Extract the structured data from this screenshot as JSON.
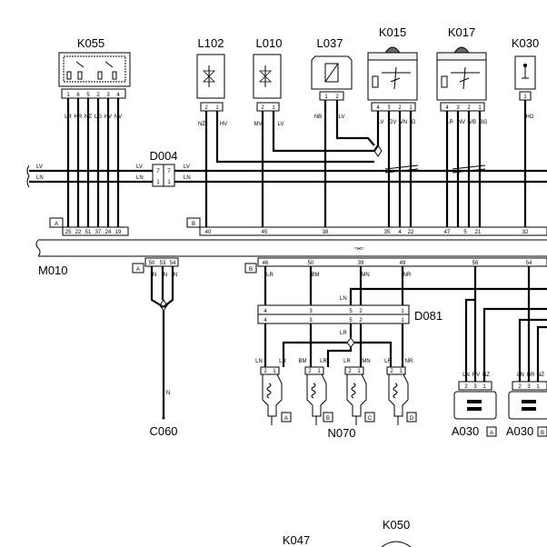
{
  "components": {
    "K055": {
      "name": "K055",
      "pins": [
        "1",
        "6",
        "5",
        "2",
        "3",
        "4"
      ],
      "wires": [
        "LR",
        "HR",
        "NZ",
        "LG",
        "HV",
        "NV"
      ]
    },
    "L102": {
      "name": "L102",
      "pins": [
        "2",
        "1"
      ],
      "wires": [
        "NZ",
        "HV"
      ]
    },
    "L010": {
      "name": "L010",
      "pins": [
        "2",
        "1"
      ],
      "wires": [
        "MV",
        "LV"
      ]
    },
    "L037": {
      "name": "L037",
      "pins": [
        "1",
        "2"
      ],
      "wires": [
        "NB",
        "LV"
      ]
    },
    "K015": {
      "name": "K015",
      "pins": [
        "4",
        "3",
        "2",
        "1"
      ],
      "wires": [
        "LV",
        "GV",
        "VN",
        "G"
      ]
    },
    "K017": {
      "name": "K017",
      "pins": [
        "4",
        "3",
        "2",
        "1"
      ],
      "wires": [
        "LR",
        "NV",
        "VB",
        "BG"
      ]
    },
    "K030": {
      "name": "K030",
      "pins": [
        "1"
      ],
      "wires": [
        "HG"
      ]
    },
    "D004": {
      "name": "D004",
      "pins": [
        "7",
        "7",
        "1",
        "1"
      ]
    },
    "D081": {
      "name": "D081",
      "rows": [
        [
          "4",
          "3",
          "5",
          "2",
          "1"
        ],
        [
          "4",
          "3",
          "5",
          "2",
          "1"
        ]
      ]
    },
    "N070": {
      "name": "N070",
      "wires": [
        "LN",
        "LR",
        "BM",
        "LR",
        "LR",
        "MN",
        "LR",
        "NR"
      ],
      "sub": [
        "A",
        "B",
        "C",
        "D"
      ],
      "pins": [
        "2",
        "1",
        "2",
        "1",
        "2",
        "1",
        "2",
        "1"
      ]
    },
    "A030A": {
      "name": "A030",
      "tag": "A",
      "wires": [
        "LN",
        "RV",
        "NZ"
      ],
      "pins": [
        "2",
        "3",
        "1"
      ]
    },
    "A030B": {
      "name": "A030",
      "tag": "B",
      "wires": [
        "LN",
        "GR",
        "NZ"
      ],
      "pins": [
        "2",
        "3",
        "1"
      ]
    },
    "C060": {
      "name": "C060",
      "wire": "N"
    },
    "K050": {
      "name": "K050"
    },
    "K047": {
      "name": "K047"
    }
  },
  "bus": {
    "lines": [
      "LV",
      "LN"
    ],
    "mid_labels": [
      "LV",
      "LN"
    ],
    "right_labels": [
      "LV",
      "LN"
    ]
  },
  "M010": {
    "name": "M010",
    "upper_tags": [
      "A",
      "B"
    ],
    "upper_pins": [
      "25",
      "22",
      "51",
      "37",
      "24",
      "19",
      "40",
      "45",
      "38",
      "35",
      "4",
      "22",
      "47",
      "5",
      "21",
      "32"
    ],
    "lower_tags": [
      "A",
      "B"
    ],
    "lower_pins_a": [
      "50",
      "53",
      "54"
    ],
    "lower_pins_a_wires": [
      "N",
      "N",
      "N"
    ],
    "lower_pins_b": [
      "46",
      "50",
      "39",
      "49",
      "56",
      "54"
    ],
    "lower_pins_b_wires": [
      "LR",
      "BM",
      "MN",
      "NR"
    ]
  },
  "misc": {
    "ln_label": "LN",
    "lr_label": "LR"
  }
}
